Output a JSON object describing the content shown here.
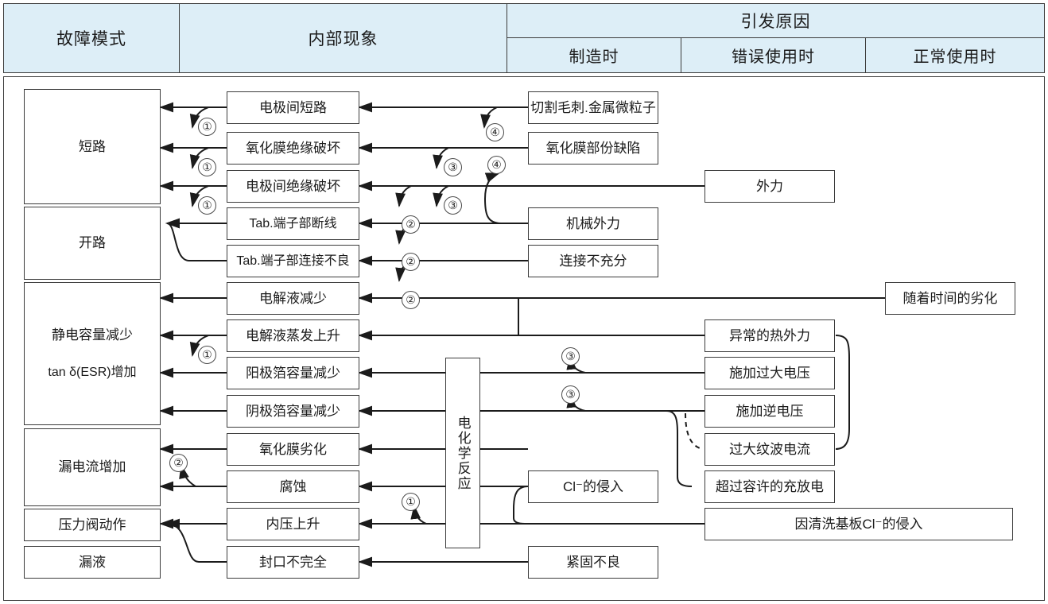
{
  "header": {
    "col_failure_mode": "故障模式",
    "col_internal": "内部现象",
    "col_cause_group": "引发原因",
    "sub_manufacture": "制造时",
    "sub_misuse": "错误使用时",
    "sub_normal": "正常使用时"
  },
  "failure_modes": [
    {
      "label": "短路"
    },
    {
      "label": "开路"
    },
    {
      "label": "静电容量减少",
      "label2": "tan δ(ESR)增加"
    },
    {
      "label": "漏电流增加"
    },
    {
      "label": "压力阀动作"
    },
    {
      "label": "漏液"
    }
  ],
  "internal_phenomena": [
    {
      "label": "电极间短路"
    },
    {
      "label": "氧化膜绝缘破坏"
    },
    {
      "label": "电极间绝缘破坏"
    },
    {
      "label": "Tab.端子部断线"
    },
    {
      "label": "Tab.端子部连接不良"
    },
    {
      "label": "电解液减少"
    },
    {
      "label": "电解液蒸发上升"
    },
    {
      "label": "阳极箔容量减少"
    },
    {
      "label": "阴极箔容量减少"
    },
    {
      "label": "氧化膜劣化"
    },
    {
      "label": "腐蚀"
    },
    {
      "label": "内压上升"
    },
    {
      "label": "封口不完全"
    }
  ],
  "reaction_box": {
    "label": "电化学反应"
  },
  "causes_manufacture": [
    {
      "label": "切割毛刺.金属微粒子"
    },
    {
      "label": "氧化膜部份缺陷"
    },
    {
      "label": "机械外力"
    },
    {
      "label": "连接不充分"
    },
    {
      "label": "Cl⁻的侵入"
    },
    {
      "label": "紧固不良"
    }
  ],
  "causes_misuse": [
    {
      "label": "外力"
    },
    {
      "label": "异常的热外力"
    },
    {
      "label": "施加过大电压"
    },
    {
      "label": "施加逆电压"
    },
    {
      "label": "过大纹波电流"
    },
    {
      "label": "超过容许的充放电"
    },
    {
      "label": "因清洗基板Cl⁻的侵入"
    }
  ],
  "causes_normal": [
    {
      "label": "随着时间的劣化"
    }
  ],
  "markers": [
    {
      "id": "m1",
      "label": "①"
    },
    {
      "id": "m2",
      "label": "①"
    },
    {
      "id": "m3",
      "label": "①"
    },
    {
      "id": "m4",
      "label": "②"
    },
    {
      "id": "m5",
      "label": "②"
    },
    {
      "id": "m6",
      "label": "②"
    },
    {
      "id": "m7",
      "label": "③"
    },
    {
      "id": "m8",
      "label": "③"
    },
    {
      "id": "m9",
      "label": "④"
    },
    {
      "id": "m10",
      "label": "④"
    },
    {
      "id": "m11",
      "label": "①"
    },
    {
      "id": "m12",
      "label": "②"
    },
    {
      "id": "m13",
      "label": "①"
    },
    {
      "id": "m14",
      "label": "③"
    },
    {
      "id": "m15",
      "label": "③"
    }
  ],
  "colors": {
    "header_fill": "#ddeef7",
    "border": "#3c3c3c",
    "wire": "#1b1b1b",
    "marker_text": "#2a2a2a"
  }
}
